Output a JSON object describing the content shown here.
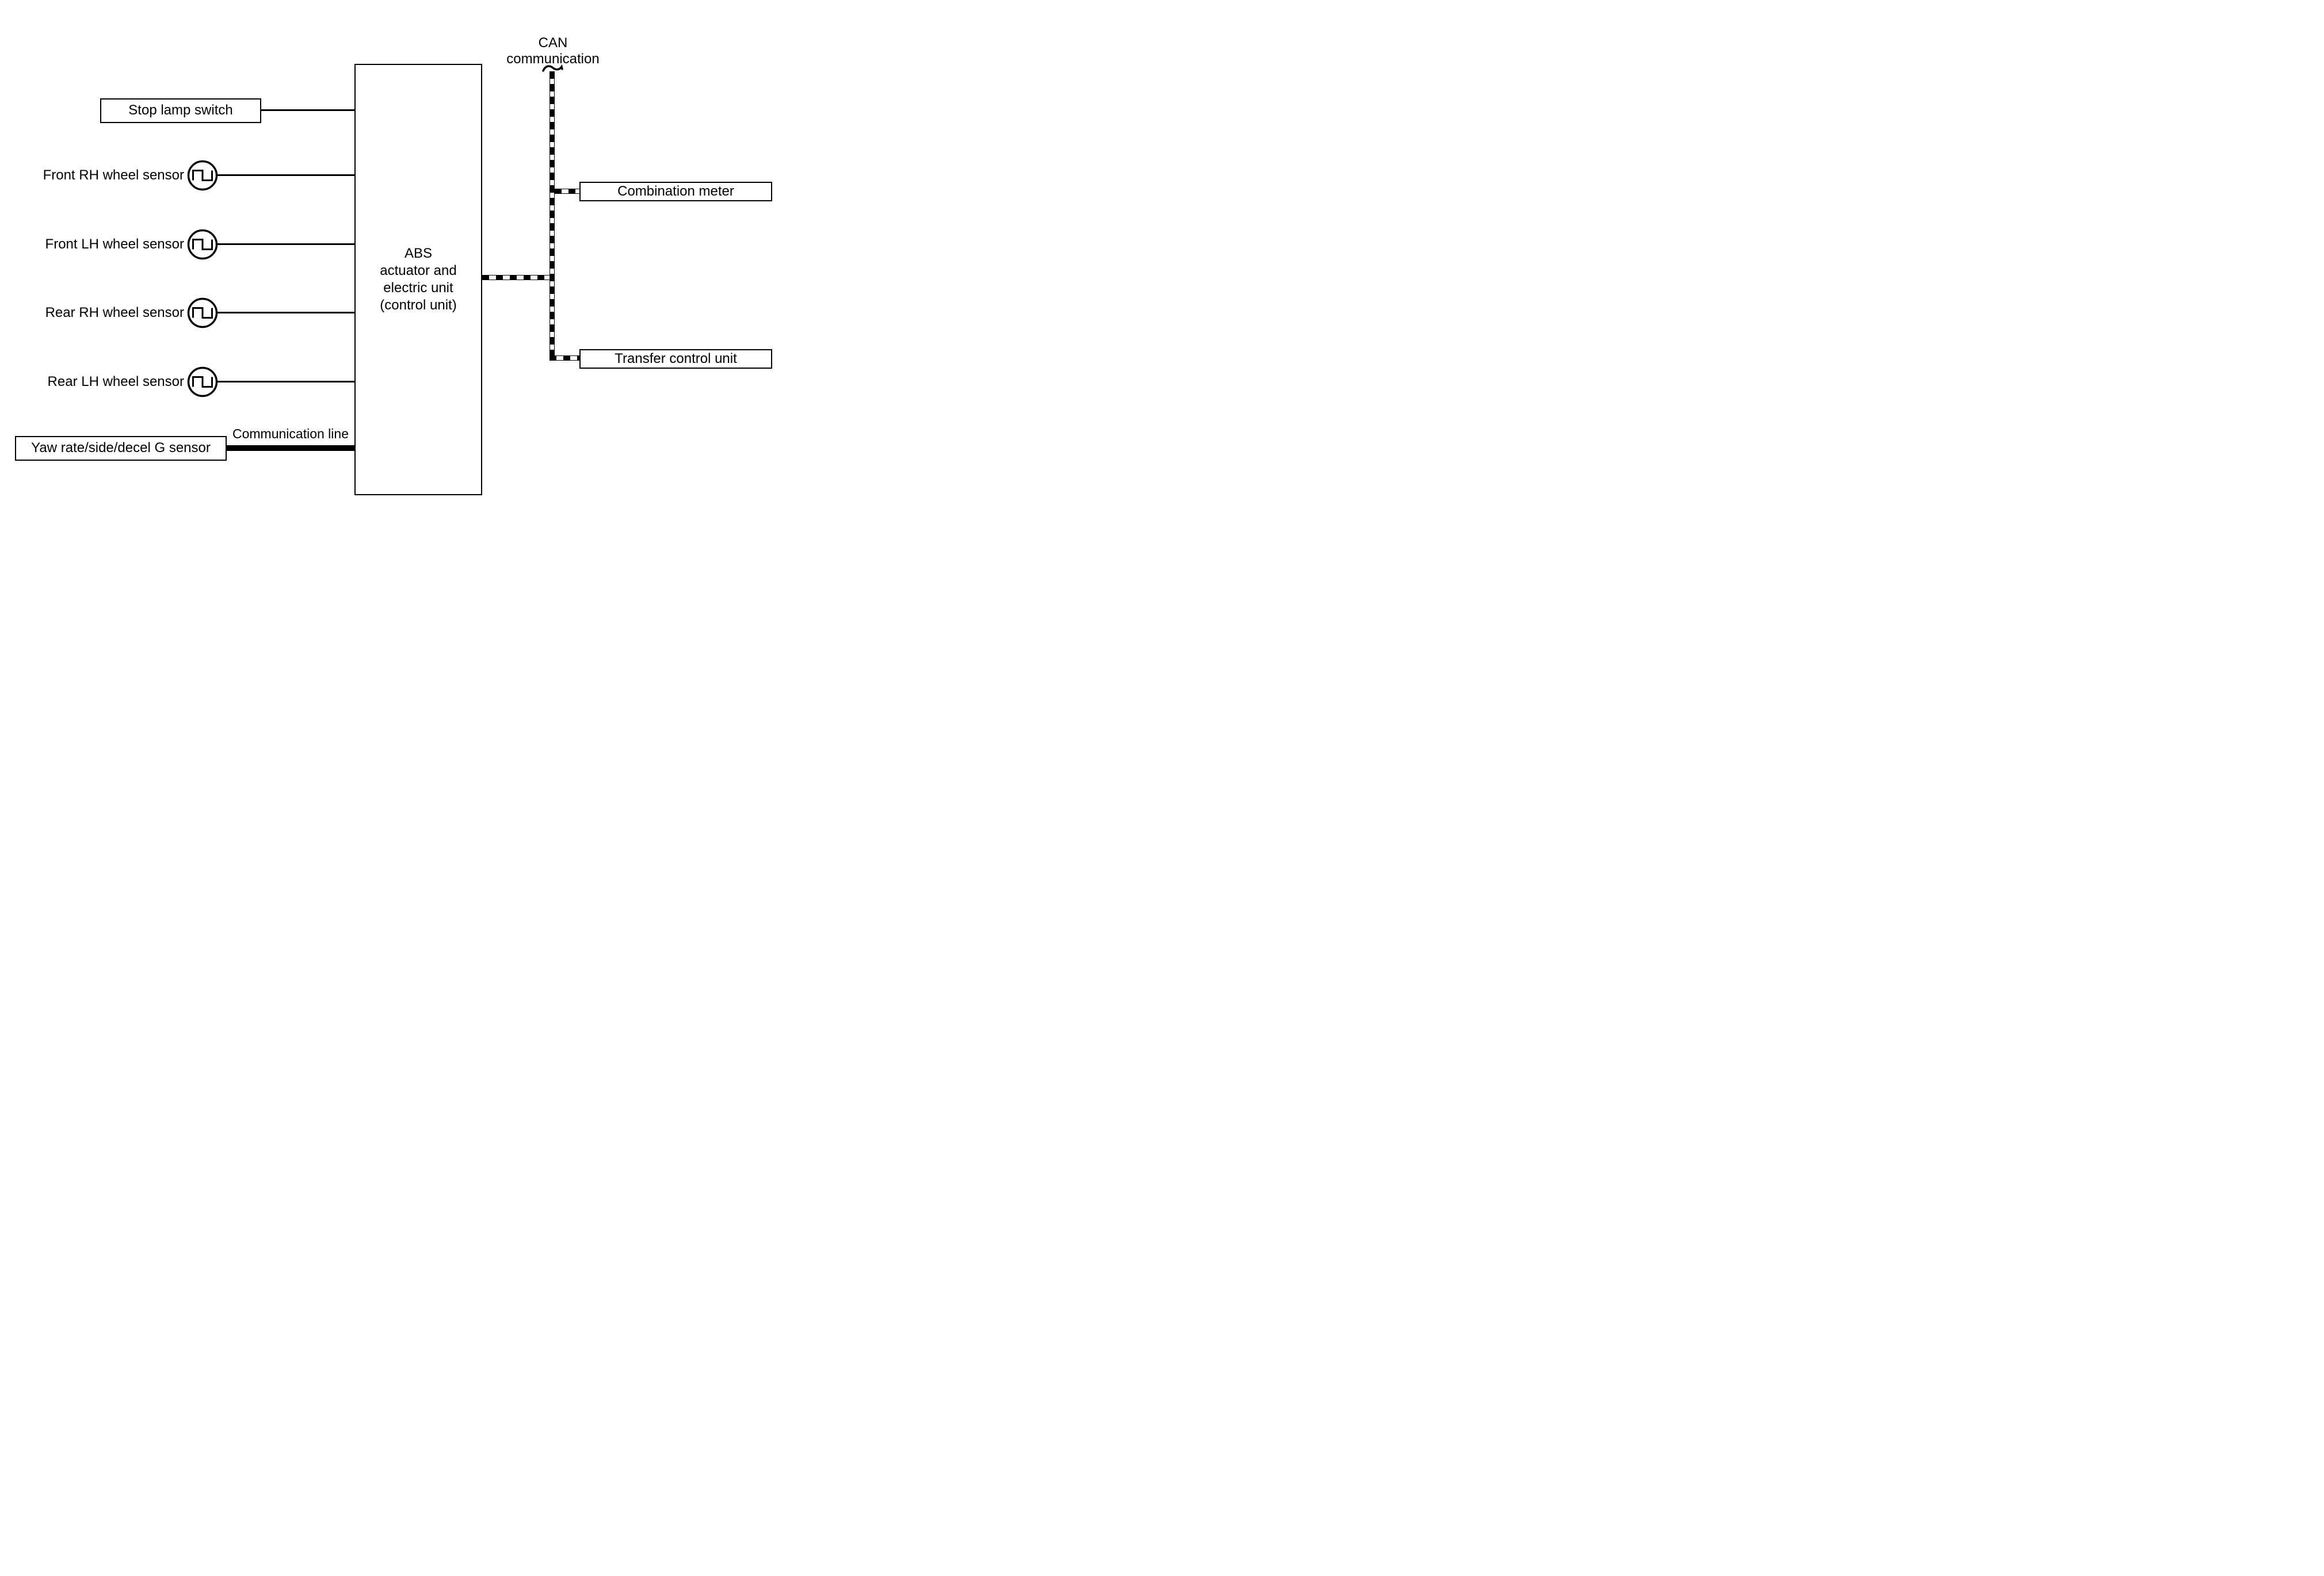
{
  "colors": {
    "background": "#ffffff",
    "ink": "#000000"
  },
  "boxes": {
    "stop_lamp": {
      "label": "Stop lamp switch"
    },
    "abs_unit": {
      "lines": [
        "ABS",
        "actuator and",
        "electric unit",
        "(control unit)"
      ]
    },
    "yaw_sensor": {
      "label": "Yaw rate/side/decel G sensor"
    },
    "combination_meter": {
      "label": "Combination meter"
    },
    "transfer_control_unit": {
      "label": "Transfer control unit"
    }
  },
  "sensors": [
    {
      "label": "Front RH wheel sensor",
      "icon": "square-wave-icon"
    },
    {
      "label": "Front LH wheel sensor",
      "icon": "square-wave-icon"
    },
    {
      "label": "Rear RH wheel sensor",
      "icon": "square-wave-icon"
    },
    {
      "label": "Rear LH wheel sensor",
      "icon": "square-wave-icon"
    }
  ],
  "annotations": {
    "can_line_1": "CAN",
    "can_line_2": "communication",
    "communication_line": "Communication line"
  }
}
